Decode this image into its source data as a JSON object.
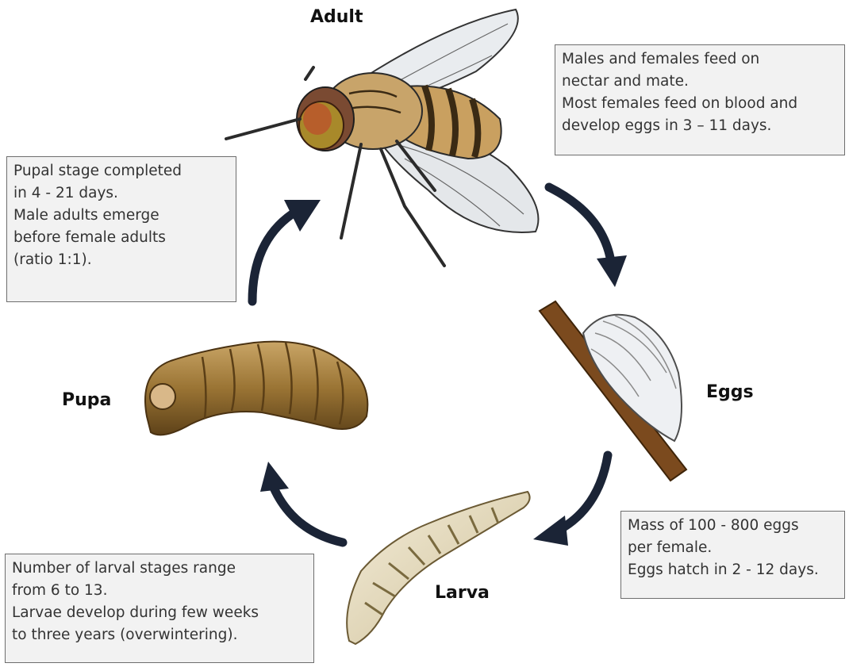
{
  "stages": {
    "adult": "Adult",
    "eggs": "Eggs",
    "larva": "Larva",
    "pupa": "Pupa"
  },
  "notes": {
    "adult": [
      "Males and females feed on",
      "nectar and mate.",
      "Most females feed on blood and",
      "develop eggs in 3 – 11 days."
    ],
    "pupa": [
      "Pupal stage completed",
      "in 4 - 21 days.",
      "Male adults emerge",
      "before female adults",
      "(ratio 1:1)."
    ],
    "eggs": [
      "Mass of 100 - 800 eggs",
      "per female.",
      "Eggs hatch in 2 - 12 days."
    ],
    "larva": [
      "Number of larval stages range",
      "from 6 to 13.",
      "Larvae develop during few weeks",
      "to three years (overwintering)."
    ]
  },
  "colors": {
    "arrow": "#1b2436",
    "box_fill": "#f2f2f2",
    "box_border": "#6e6e6e"
  }
}
